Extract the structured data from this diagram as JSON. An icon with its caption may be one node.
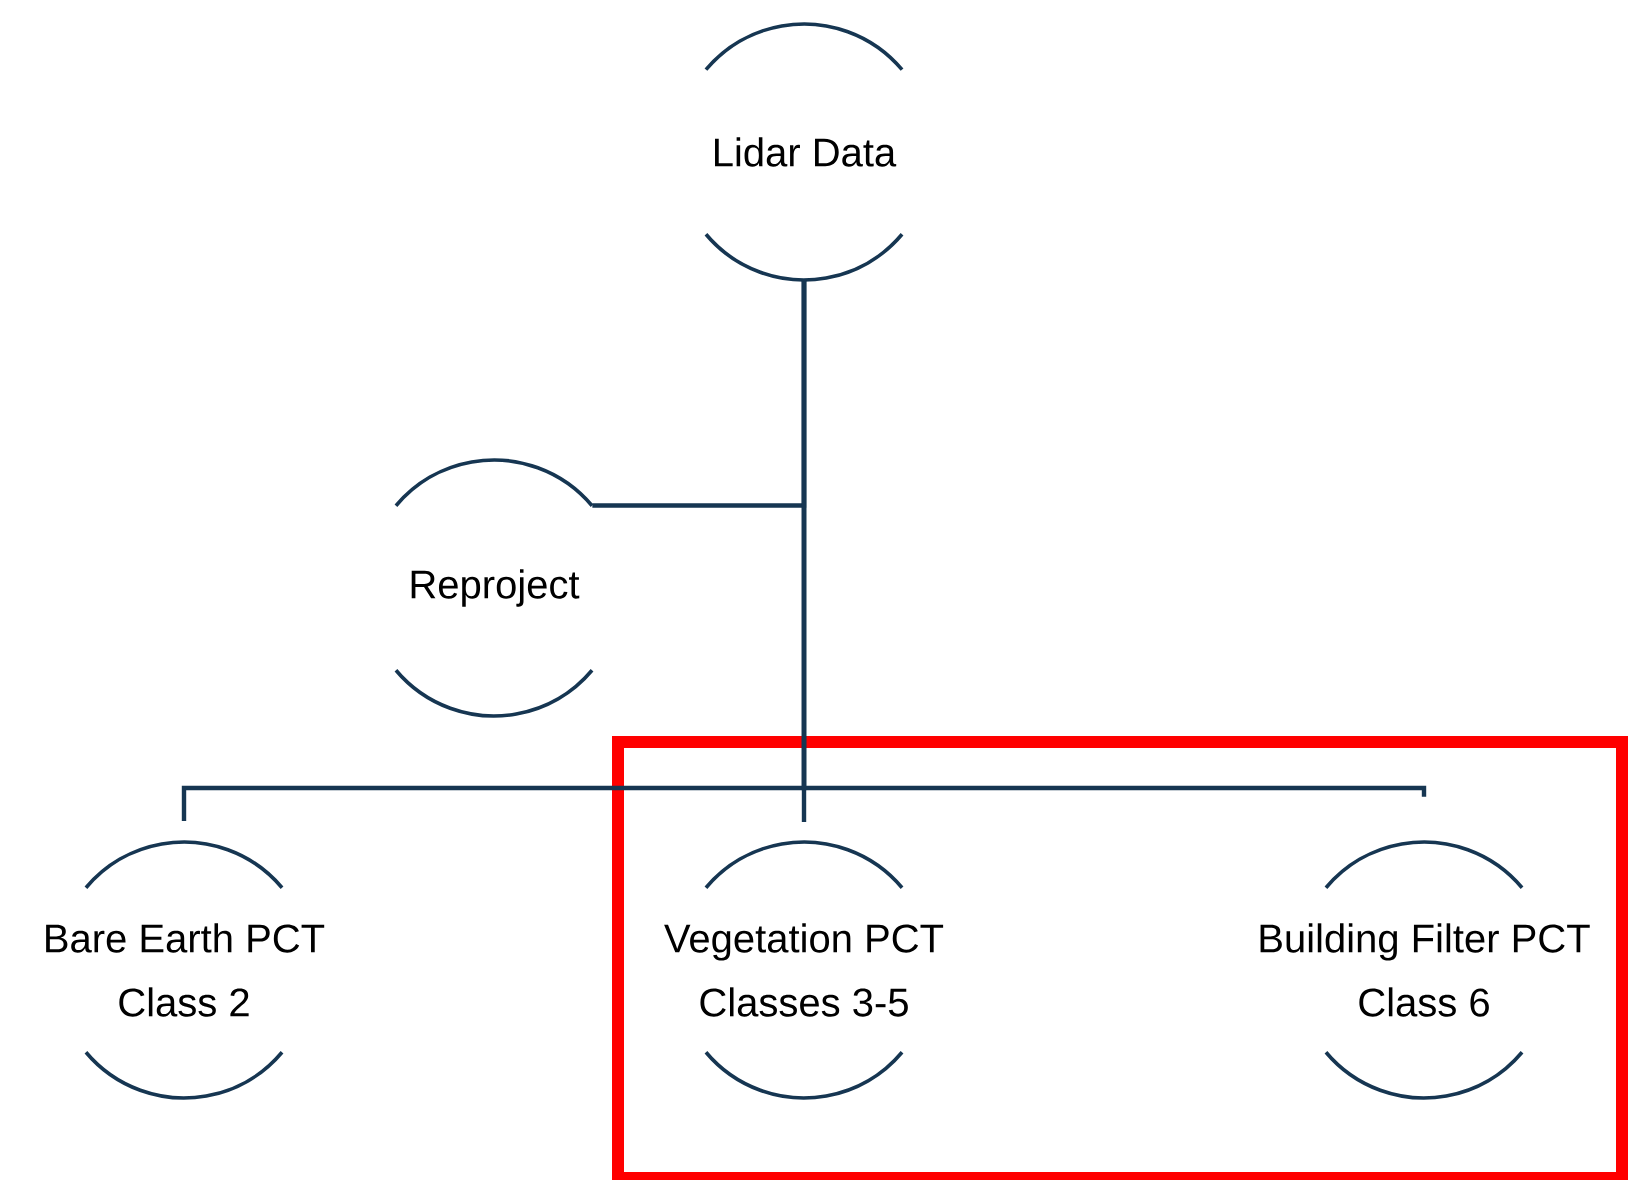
{
  "diagram": {
    "nodes": [
      {
        "text": [
          "Lidar Data"
        ]
      },
      {
        "text": [
          "Reproject"
        ]
      },
      {
        "text": [
          "Bare Earth PCT",
          "Class 2"
        ]
      },
      {
        "text": [],
        "shape": "box"
      },
      {
        "text": [
          "Vegetation PCT",
          "Classes 3-5"
        ],
        "in": 3
      },
      {
        "text": [
          "Building Filter PCT",
          "Class 6"
        ],
        "in": 3
      }
    ],
    "edges": [
      {
        "from": 0,
        "to": 1,
        "arrow": "none"
      },
      {
        "from": 0,
        "to": 2,
        "arrow": "none"
      },
      {
        "from": 0,
        "to": 4,
        "arrow": "none"
      },
      {
        "from": 0,
        "to": 5,
        "arrow": "none"
      }
    ]
  }
}
